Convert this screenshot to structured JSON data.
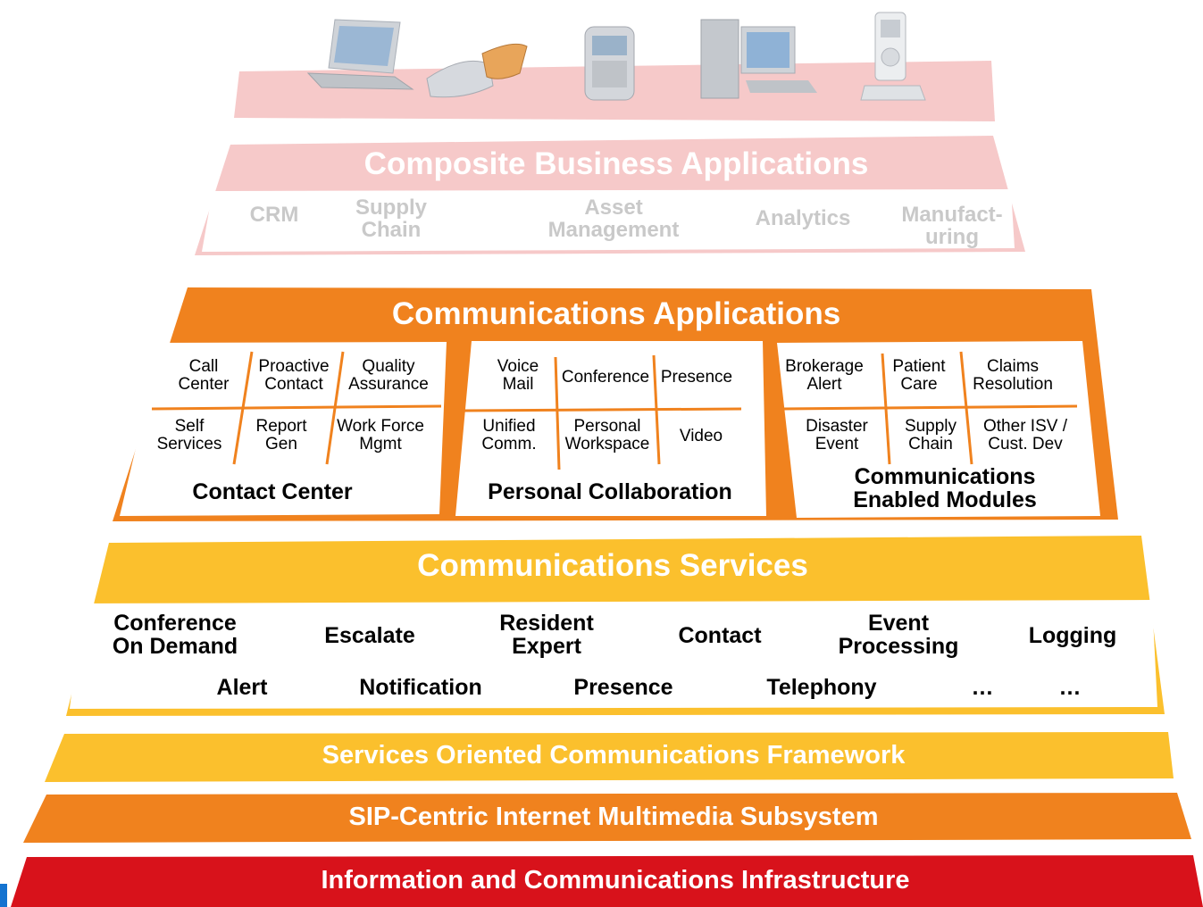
{
  "composite": {
    "title": "Composite Business Applications",
    "items": [
      "CRM",
      "Supply\nChain",
      "Asset\nManagement",
      "Analytics",
      "Manufact-\nuring"
    ],
    "devices": [
      "laptop-icon",
      "flip-phone-icon",
      "smartphone-icon",
      "desktop-computer-icon",
      "media-player-icon"
    ]
  },
  "comm_apps": {
    "title": "Communications Applications",
    "contact_center": {
      "label": "Contact Center",
      "items": [
        "Call\nCenter",
        "Proactive\nContact",
        "Quality\nAssurance",
        "Self\nServices",
        "Report\nGen",
        "Work Force\nMgmt"
      ]
    },
    "personal_collab": {
      "label": "Personal Collaboration",
      "items": [
        "Voice\nMail",
        "Conference",
        "Presence",
        "Unified\nComm.",
        "Personal\nWorkspace",
        "Video"
      ]
    },
    "modules": {
      "label": "Communications\nEnabled Modules",
      "items": [
        "Brokerage\nAlert",
        "Patient\nCare",
        "Claims\nResolution",
        "Disaster\nEvent",
        "Supply\nChain",
        "Other ISV /\nCust. Dev"
      ]
    }
  },
  "comm_services": {
    "title": "Communications Services",
    "row1": [
      "Conference\nOn Demand",
      "Escalate",
      "Resident\nExpert",
      "Contact",
      "Event\nProcessing",
      "Logging"
    ],
    "row2": [
      "Alert",
      "Notification",
      "Presence",
      "Telephony",
      "…",
      "…"
    ]
  },
  "layers": {
    "framework": "Services Oriented Communications Framework",
    "sip": "SIP-Centric Internet Multimedia Subsystem",
    "infra": "Information and Communications Infrastructure"
  },
  "colors": {
    "pink": "#f6c9c9",
    "orange": "#f0821e",
    "yellow": "#fbc02d",
    "red": "#d8121b",
    "blue": "#1473d0"
  }
}
